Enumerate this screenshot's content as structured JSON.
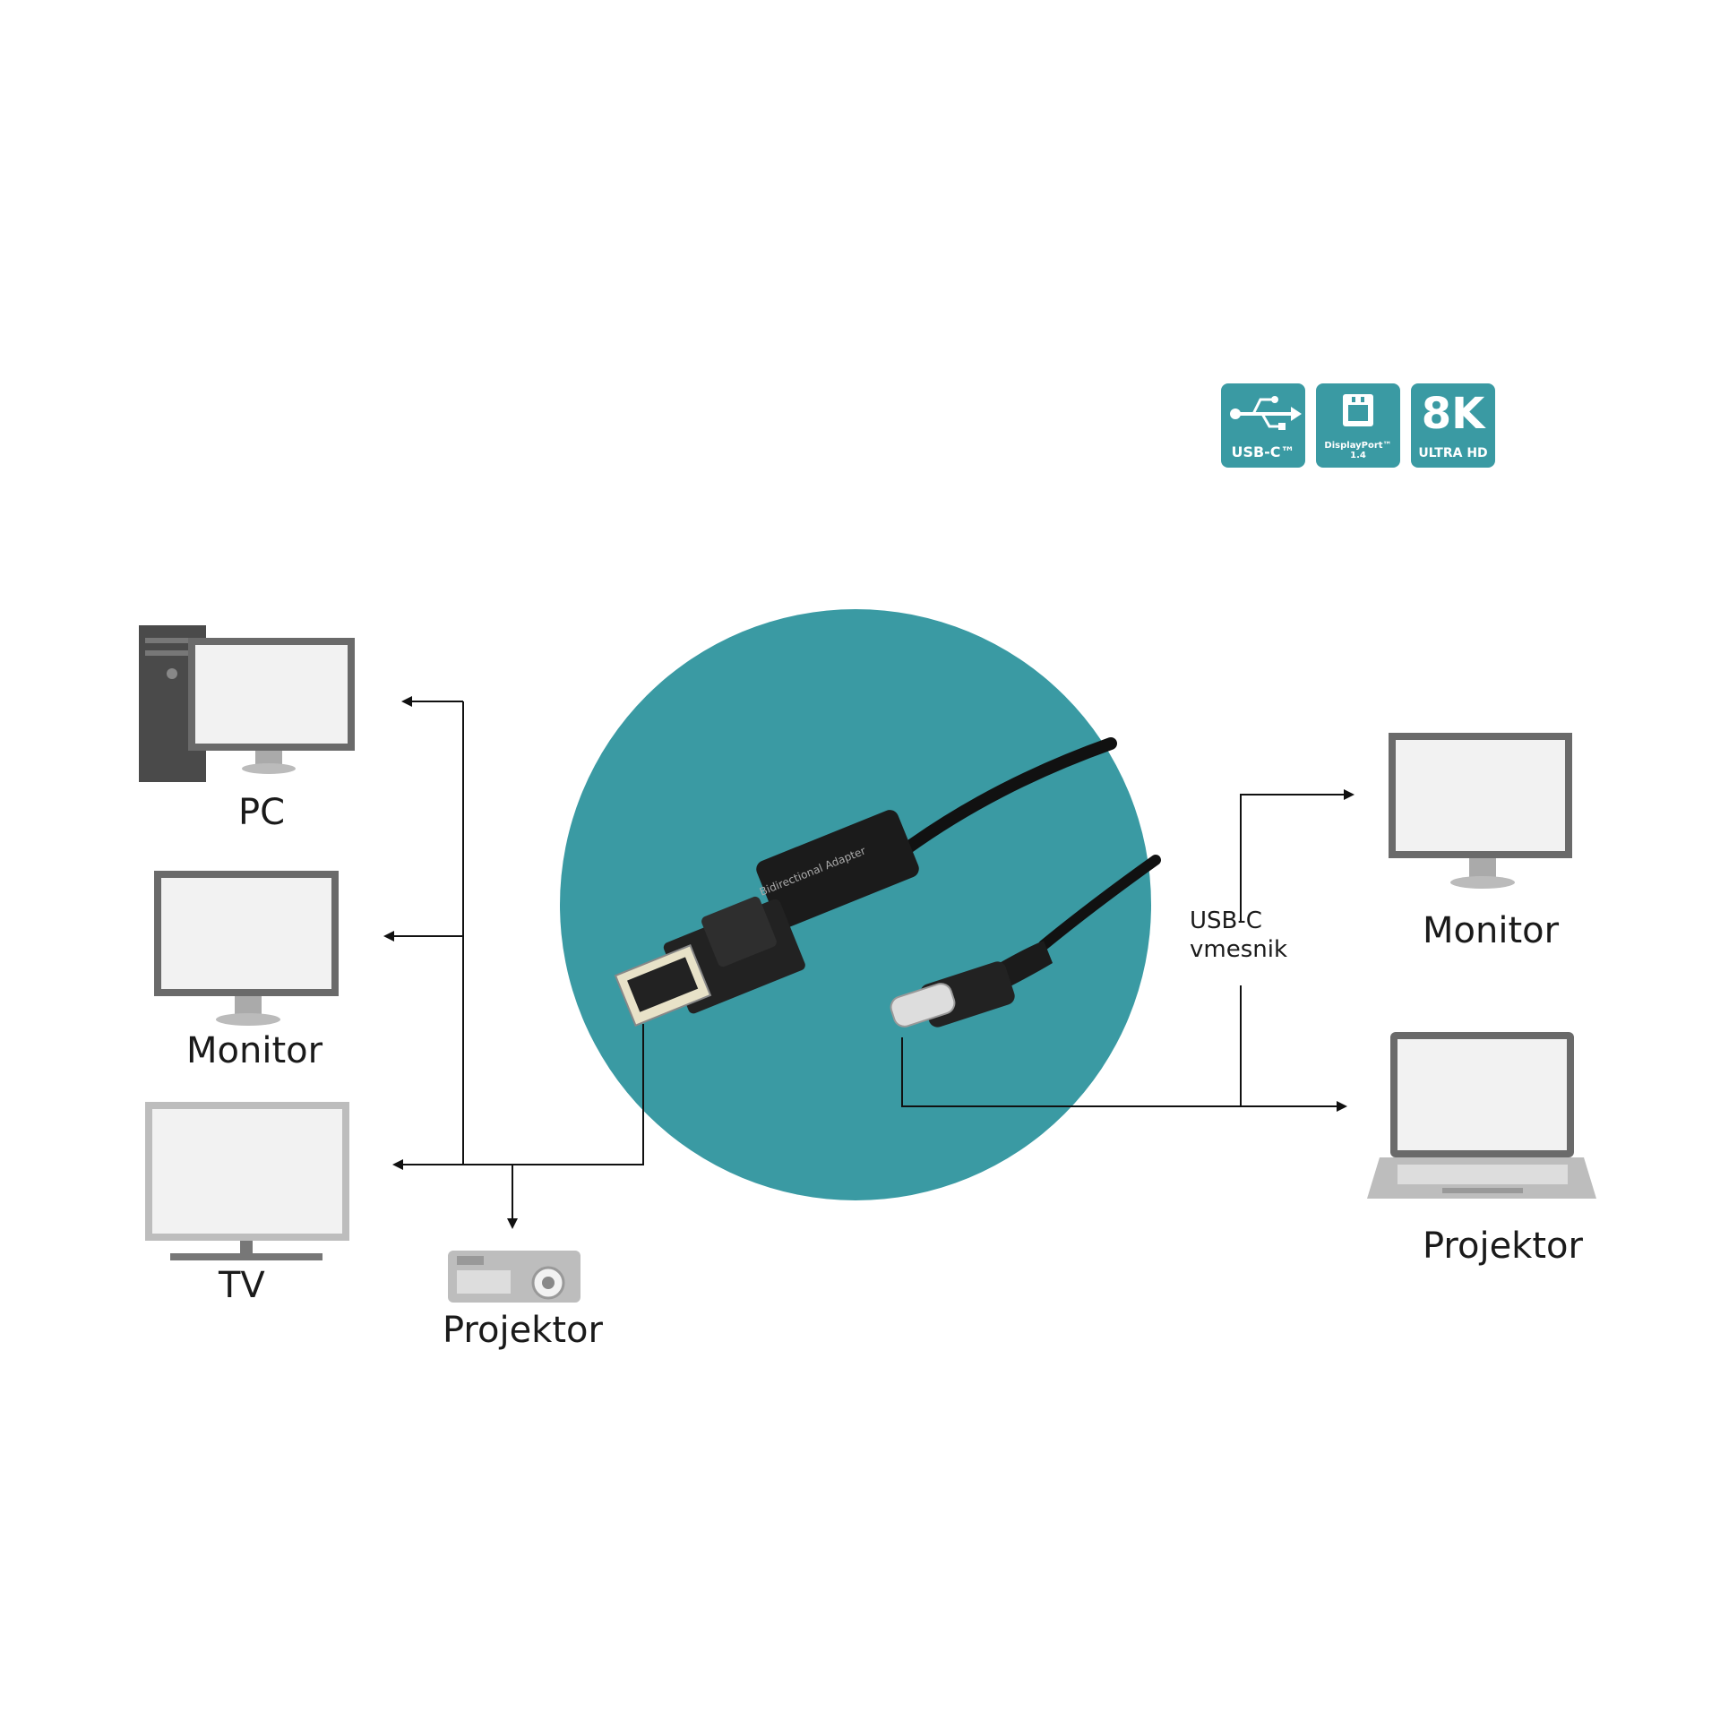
{
  "badges": {
    "usbc": {
      "text": "USB-C™",
      "icon": "usb-icon"
    },
    "displayport": {
      "text": "DisplayPort™ 1.4",
      "icon": "displayport-icon"
    },
    "ultrahd": {
      "big": "8K",
      "text": "ULTRA HD"
    }
  },
  "adapter_text": "Bidirectional Adapter",
  "left_devices": {
    "pc": "PC",
    "monitor": "Monitor",
    "tv": "TV",
    "projector": "Projektor"
  },
  "right_devices": {
    "monitor": "Monitor",
    "projector": "Projektor"
  },
  "usbc_label": {
    "line1": "USB-C",
    "line2": "vmesnik"
  },
  "colors": {
    "teal": "#3a9aa3",
    "device_gray": "#8a8a8a",
    "screen": "#f2f2f2",
    "line": "#111111"
  }
}
